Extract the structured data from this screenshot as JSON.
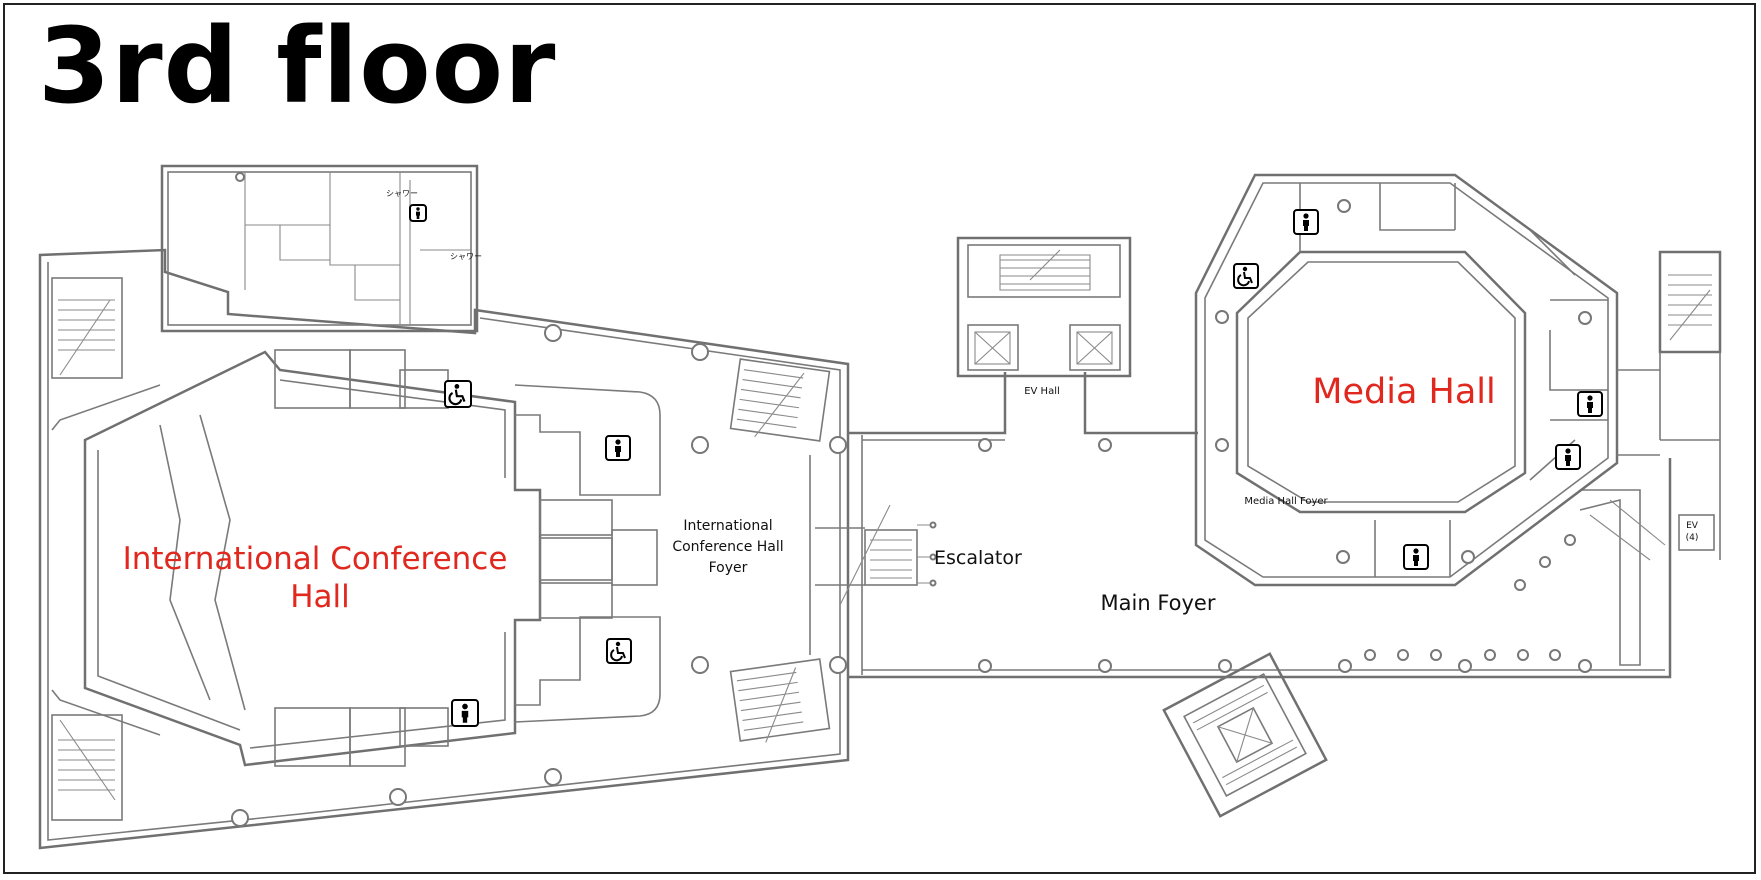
{
  "title": "3rd floor",
  "colors": {
    "hall_label": "#e0281e",
    "wall": "#707070",
    "text": "#111111"
  },
  "halls": {
    "international": {
      "line1": "International Conference",
      "line2": "Hall"
    },
    "media": "Media Hall"
  },
  "labels": {
    "intl_foyer_1": "International",
    "intl_foyer_2": "Conference Hall",
    "intl_foyer_3": "Foyer",
    "escalator": "Escalator",
    "main_foyer": "Main Foyer",
    "ev_hall": "EV Hall",
    "media_foyer": "Media Hall Foyer",
    "ev4_line1": "EV",
    "ev4_line2": "(4)",
    "shower_1": "シャワー",
    "shower_2": "シャワー"
  },
  "icons": [
    {
      "name": "wheelchair-icon",
      "kind": "accessible"
    },
    {
      "name": "restroom-icon",
      "kind": "person"
    },
    {
      "name": "restroom-icon",
      "kind": "person"
    },
    {
      "name": "wheelchair-icon",
      "kind": "accessible"
    },
    {
      "name": "restroom-icon",
      "kind": "person"
    },
    {
      "name": "wheelchair-icon",
      "kind": "accessible"
    },
    {
      "name": "restroom-icon",
      "kind": "person"
    },
    {
      "name": "restroom-icon",
      "kind": "person"
    },
    {
      "name": "restroom-icon",
      "kind": "person"
    },
    {
      "name": "restroom-icon",
      "kind": "person"
    }
  ]
}
